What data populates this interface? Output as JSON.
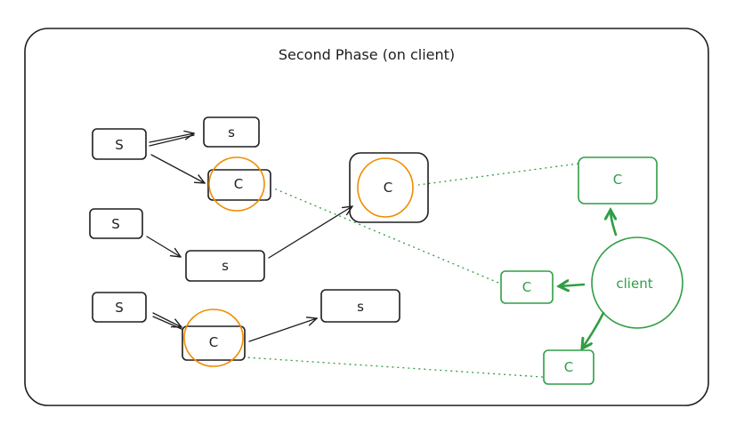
{
  "title": "Second Phase (on client)",
  "colors": {
    "ink": "#1e1e1e",
    "client": "#2f9e44",
    "highlight": "#f08c00"
  },
  "nodes": {
    "s_top_left": "S",
    "s_top_right": "s",
    "c_top_mid": "C",
    "s_mid_left": "S",
    "s_mid": "s",
    "c_center": "C",
    "s_bot_left": "S",
    "c_bot_mid": "C",
    "s_bot_right": "s",
    "c_green_top": "C",
    "c_green_mid": "C",
    "c_green_bot": "C",
    "client": "client"
  }
}
